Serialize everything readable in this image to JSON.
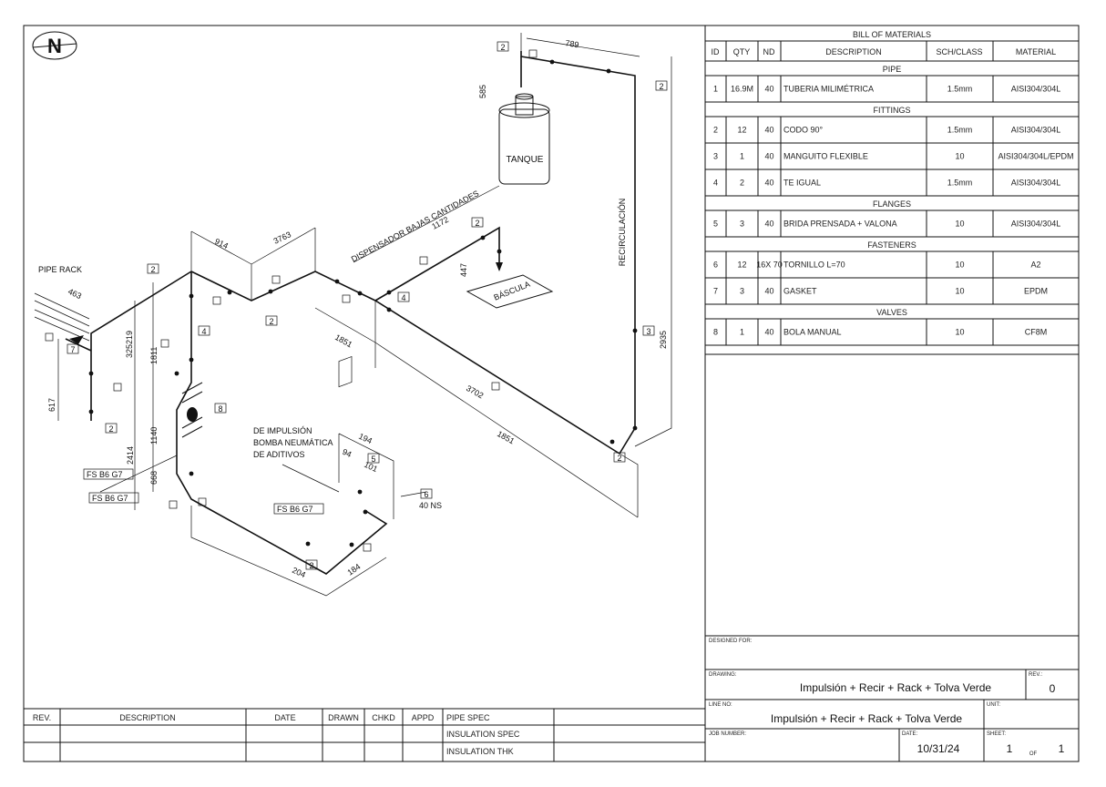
{
  "north_label": "N",
  "bom": {
    "title": "BILL OF MATERIALS",
    "headers": [
      "ID",
      "QTY",
      "ND",
      "DESCRIPTION",
      "SCH/CLASS",
      "MATERIAL"
    ],
    "sections": [
      {
        "name": "PIPE",
        "rows": [
          [
            "1",
            "16.9M",
            "40",
            "TUBERIA MILIMÉTRICA",
            "1.5mm",
            "AISI304/304L"
          ]
        ]
      },
      {
        "name": "FITTINGS",
        "rows": [
          [
            "2",
            "12",
            "40",
            "CODO 90°",
            "1.5mm",
            "AISI304/304L"
          ],
          [
            "3",
            "1",
            "40",
            "MANGUITO FLEXIBLE",
            "10",
            "AISI304/304L/EPDM"
          ],
          [
            "4",
            "2",
            "40",
            "TE IGUAL",
            "1.5mm",
            "AISI304/304L"
          ]
        ]
      },
      {
        "name": "FLANGES",
        "rows": [
          [
            "5",
            "3",
            "40",
            "BRIDA PRENSADA + VALONA",
            "10",
            "AISI304/304L"
          ]
        ]
      },
      {
        "name": "FASTENERS",
        "rows": [
          [
            "6",
            "12",
            "16X 70",
            "TORNILLO L=70",
            "10",
            "A2"
          ],
          [
            "7",
            "3",
            "40",
            "GASKET",
            "10",
            "EPDM"
          ]
        ]
      },
      {
        "name": "VALVES",
        "rows": [
          [
            "8",
            "1",
            "40",
            "BOLA MANUAL",
            "10",
            "CF8M"
          ]
        ]
      }
    ]
  },
  "title_block": {
    "designed_for_label": "DESIGNED FOR:",
    "drawing_label": "DRAWING:",
    "drawing": "Impulsión + Recir + Rack + Tolva Verde",
    "rev_label": "REV.:",
    "rev": "0",
    "line_no_label": "LINE NO:",
    "line_no": "Impulsión + Recir + Rack + Tolva Verde",
    "unit_label": "UNIT:",
    "job_label": "JOB NUMBER:",
    "date_label": "DATE:",
    "date": "10/31/24",
    "sheet_label": "SHEET:",
    "sheet": "1",
    "of_label": "OF",
    "of": "1"
  },
  "revision_block": {
    "headers": [
      "REV.",
      "DESCRIPTION",
      "DATE",
      "DRAWN",
      "CHKD",
      "APPD"
    ],
    "spec_labels": [
      "PIPE SPEC",
      "INSULATION SPEC",
      "INSULATION THK"
    ]
  },
  "drawing_labels": {
    "tanque": "TANQUE",
    "bascula": "BÁSCULA",
    "recirculacion": "RECIRCULACIÓN",
    "dispensador": "DISPENSADOR BAJAS CANTIDADES",
    "pipe_rack": "PIPE RACK",
    "impulsion_1": "DE IMPULSIÓN",
    "impulsion_2": "BOMBA NEUMÁTICA",
    "impulsion_3": "DE ADITIVOS",
    "ns_40": "40 NS",
    "fs_1": "FS B6 G7",
    "fs_2": "FS B6 G7",
    "fs_3": "FS B6 G7"
  },
  "dimensions": {
    "d789": "789",
    "d585": "585",
    "d2935": "2935",
    "d1172": "1172",
    "d447": "447",
    "d914": "914",
    "d3763": "3763",
    "d1851a": "1851",
    "d3702": "3702",
    "d1851b": "1851",
    "d463": "463",
    "d1811": "1811",
    "d617": "617",
    "d2414": "2414",
    "d1140": "1140",
    "d668": "668",
    "d194": "194",
    "d94": "94",
    "d101": "101",
    "d204": "204",
    "d184": "184",
    "d325219": "325219"
  },
  "callouts": {
    "c2a": "2",
    "c2b": "2",
    "c2c": "2",
    "c2d": "2",
    "c2e": "2",
    "c2f": "2",
    "c2g": "2",
    "c2h": "2",
    "c3": "3",
    "c4a": "4",
    "c4b": "4",
    "c8": "8",
    "c5": "5",
    "c6": "6",
    "c7": "7"
  }
}
